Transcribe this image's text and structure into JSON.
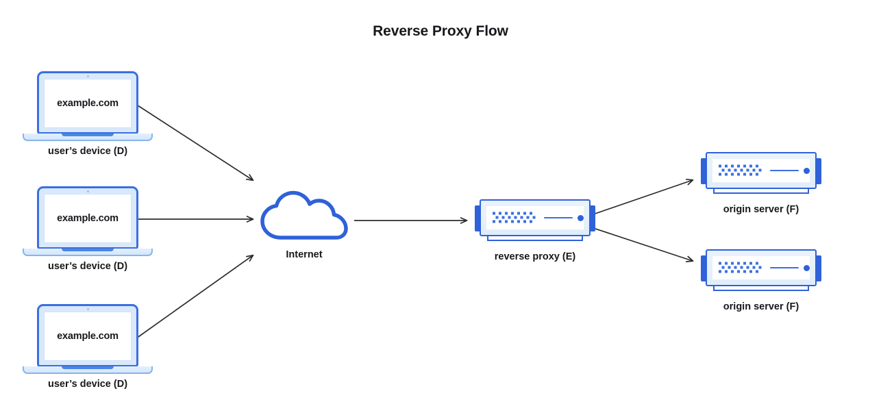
{
  "title": "Reverse Proxy Flow",
  "theme": {
    "background": "#ffffff",
    "text": "#16181c",
    "accent_blue": "#2f61d8",
    "laptop_border": "#3a6fe0",
    "laptop_bezel": "#d9e9fb",
    "arrow": "#2b2b2b"
  },
  "nodes": {
    "clients": [
      {
        "screen_text": "example.com",
        "label": "user’s device (D)"
      },
      {
        "screen_text": "example.com",
        "label": "user’s device (D)"
      },
      {
        "screen_text": "example.com",
        "label": "user’s device (D)"
      }
    ],
    "cloud": {
      "label": "Internet",
      "icon": "cloud-icon"
    },
    "proxy": {
      "label": "reverse proxy (E)",
      "icon": "server-icon"
    },
    "origins": [
      {
        "label": "origin server (F)",
        "icon": "server-icon"
      },
      {
        "label": "origin server (F)",
        "icon": "server-icon"
      }
    ]
  },
  "edges": [
    {
      "from": "user's device (D) top",
      "to": "Internet"
    },
    {
      "from": "user's device (D) middle",
      "to": "Internet"
    },
    {
      "from": "user's device (D) bottom",
      "to": "Internet"
    },
    {
      "from": "Internet",
      "to": "reverse proxy (E)"
    },
    {
      "from": "reverse proxy (E)",
      "to": "origin server (F) top"
    },
    {
      "from": "reverse proxy (E)",
      "to": "origin server (F) bottom"
    }
  ]
}
